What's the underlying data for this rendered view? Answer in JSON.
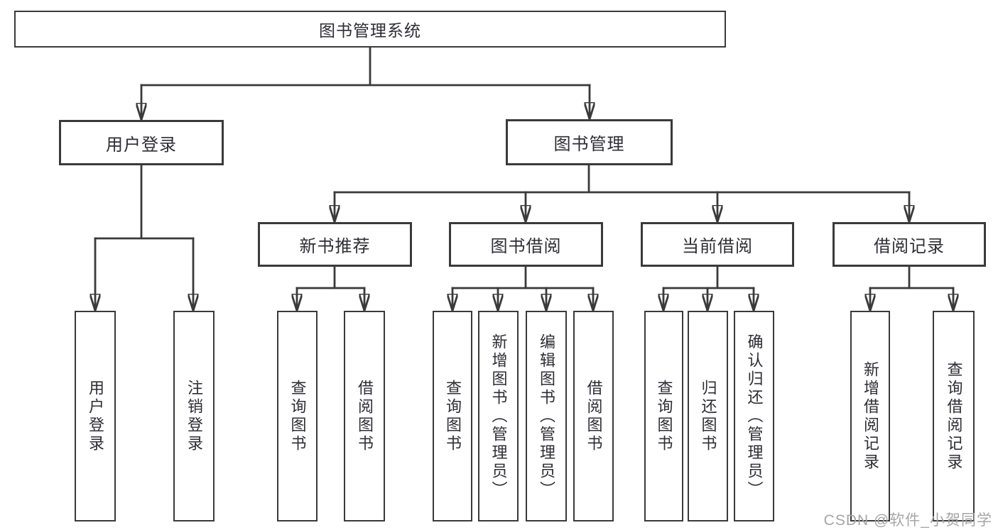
{
  "diagram": {
    "title": "图书管理系统",
    "user_branch": {
      "label": "用户登录",
      "children": [
        "用户登录",
        "注销登录"
      ]
    },
    "book_branch": {
      "label": "图书管理",
      "sections": [
        {
          "label": "新书推荐",
          "children": [
            "查询图书",
            "借阅图书"
          ]
        },
        {
          "label": "图书借阅",
          "children": [
            "查询图书",
            "新增图书（管理员）",
            "编辑图书（管理员）",
            "借阅图书"
          ]
        },
        {
          "label": "当前借阅",
          "children": [
            "查询图书",
            "归还图书",
            "确认归还（管理员）"
          ]
        },
        {
          "label": "借阅记录",
          "children": [
            "新增借阅记录",
            "查询借阅记录"
          ]
        }
      ]
    }
  },
  "watermark": "CSDN @软件_小贺同学",
  "colors": {
    "line": "#3a3a3a",
    "text": "#2d2d35",
    "watermark": "#a6a6a6",
    "background": "#ffffff"
  }
}
